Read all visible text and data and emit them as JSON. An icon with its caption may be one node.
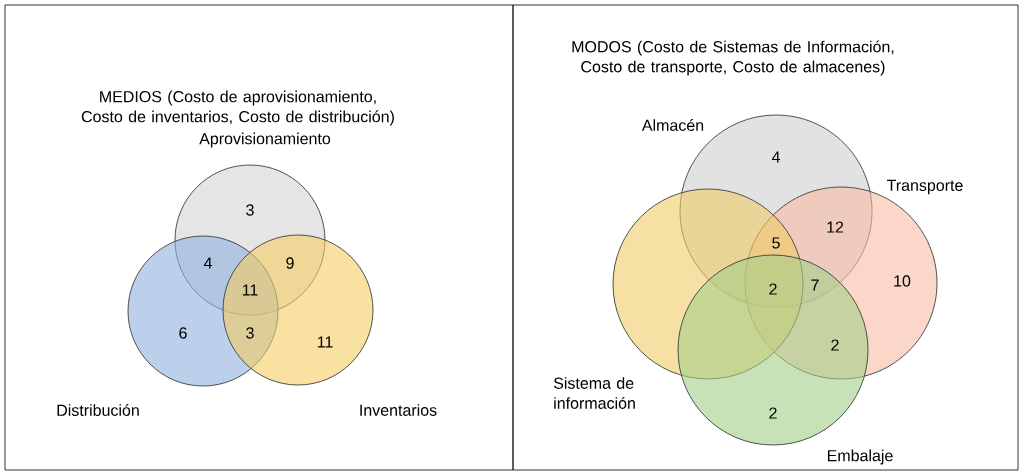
{
  "diagram": {
    "nodes": [
      {
        "text": [
          "MEDIOS (Costo de aprovisionamiento, Costo de inventarios, Costo de distribución)"
        ]
      },
      {
        "text": [
          "Aprovisionamiento"
        ],
        "in": 0
      },
      {
        "text": [
          "Distribución"
        ],
        "in": 0
      },
      {
        "text": [
          "Inventarios"
        ],
        "in": 0
      },
      {
        "text": [
          "MODOS (Costo de Sistemas de Información, Costo de transporte, Costo de almacenes)"
        ]
      },
      {
        "text": [
          "Almacén"
        ],
        "in": 4
      },
      {
        "text": [
          "Transporte"
        ],
        "in": 4
      },
      {
        "text": [
          "Sistema de información"
        ],
        "in": 4
      },
      {
        "text": [
          "Embalaje"
        ],
        "in": 4
      }
    ],
    "edges": [],
    "labels": [
      "3",
      "4",
      "9",
      "11",
      "6",
      "3",
      "11",
      "4",
      "12",
      "5",
      "2",
      "7",
      "10",
      "2",
      "2"
    ]
  }
}
